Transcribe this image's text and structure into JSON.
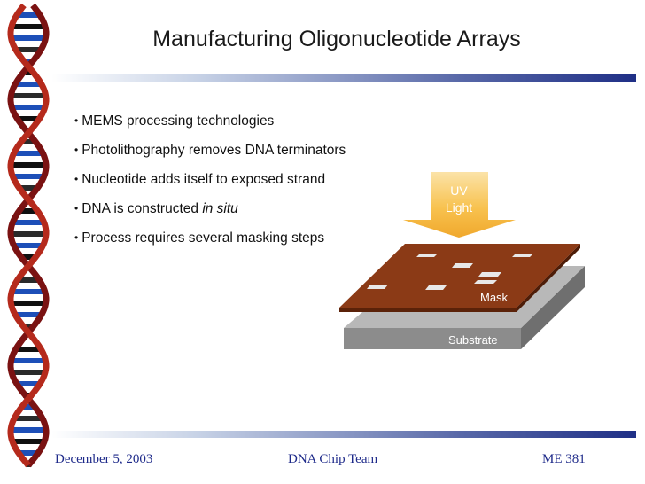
{
  "slide": {
    "title": "Manufacturing Oligonucleotide Arrays",
    "bullets": [
      {
        "text": "MEMS processing technologies"
      },
      {
        "text": "Photolithography removes DNA terminators"
      },
      {
        "text": "Nucleotide adds itself to exposed strand"
      },
      {
        "text": "DNA is constructed ",
        "italic": "in situ"
      },
      {
        "text": "Process requires several masking steps"
      }
    ],
    "bullet_glyph": "•"
  },
  "diagram": {
    "uv_label_line1": "UV",
    "uv_label_line2": "Light",
    "mask_label": "Mask",
    "substrate_label": "Substrate",
    "colors": {
      "mask": "#8b3a16",
      "substrate": "#8c8c8c",
      "uv_arrow": "#f8c24f"
    }
  },
  "footer": {
    "date": "December 5, 2003",
    "team": "DNA Chip Team",
    "course": "ME 381"
  }
}
